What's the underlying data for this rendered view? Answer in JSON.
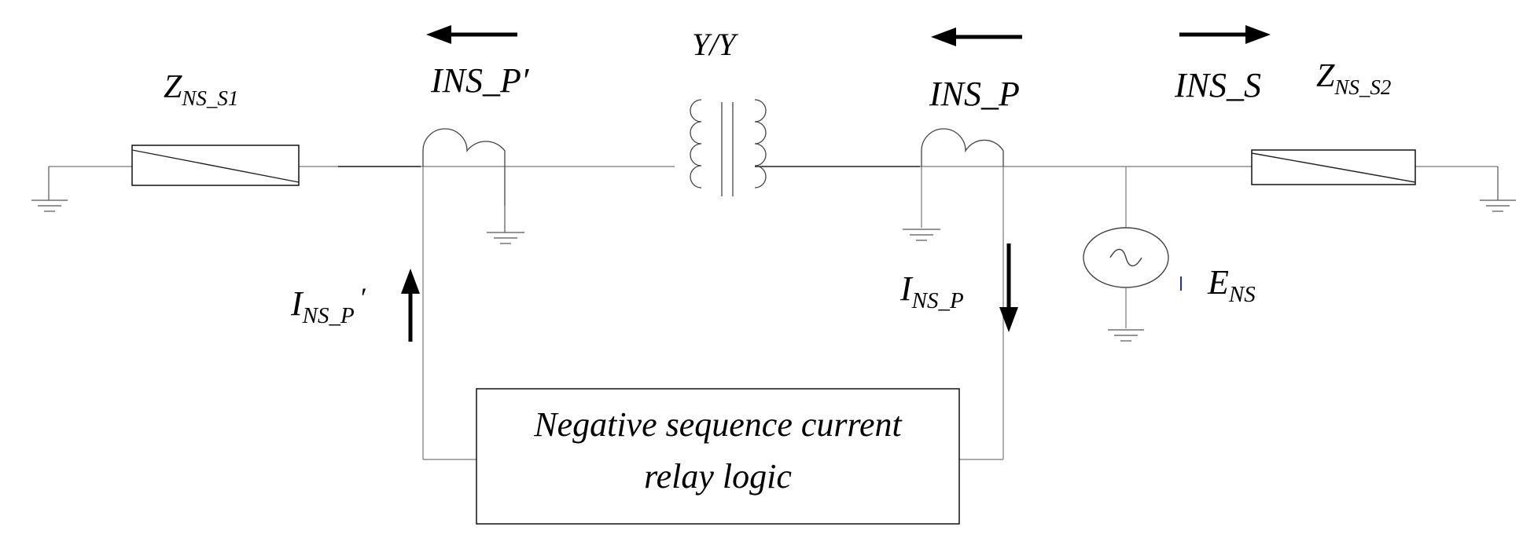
{
  "labels": {
    "z_left": {
      "main": "Z",
      "sub": "NS_S1"
    },
    "z_right": {
      "main": "Z",
      "sub": "NS_S2"
    },
    "transformer": "Y/Y",
    "ins_p_prime": "INS_P′",
    "ins_p": "INS_P",
    "ins_s": "INS_S",
    "i_ns_p_prime": {
      "main": "I",
      "sub": "NS_P",
      "prime": "′"
    },
    "i_ns_p": {
      "main": "I",
      "sub": "NS_P"
    },
    "e_ns": {
      "main": "E",
      "sub": "NS"
    },
    "relay_line1": "Negative sequence current",
    "relay_line2": "relay logic"
  },
  "icons": [
    "impedance-icon",
    "current-transformer-icon",
    "transformer-icon",
    "ac-source-icon",
    "ground-icon",
    "arrow-icon"
  ]
}
